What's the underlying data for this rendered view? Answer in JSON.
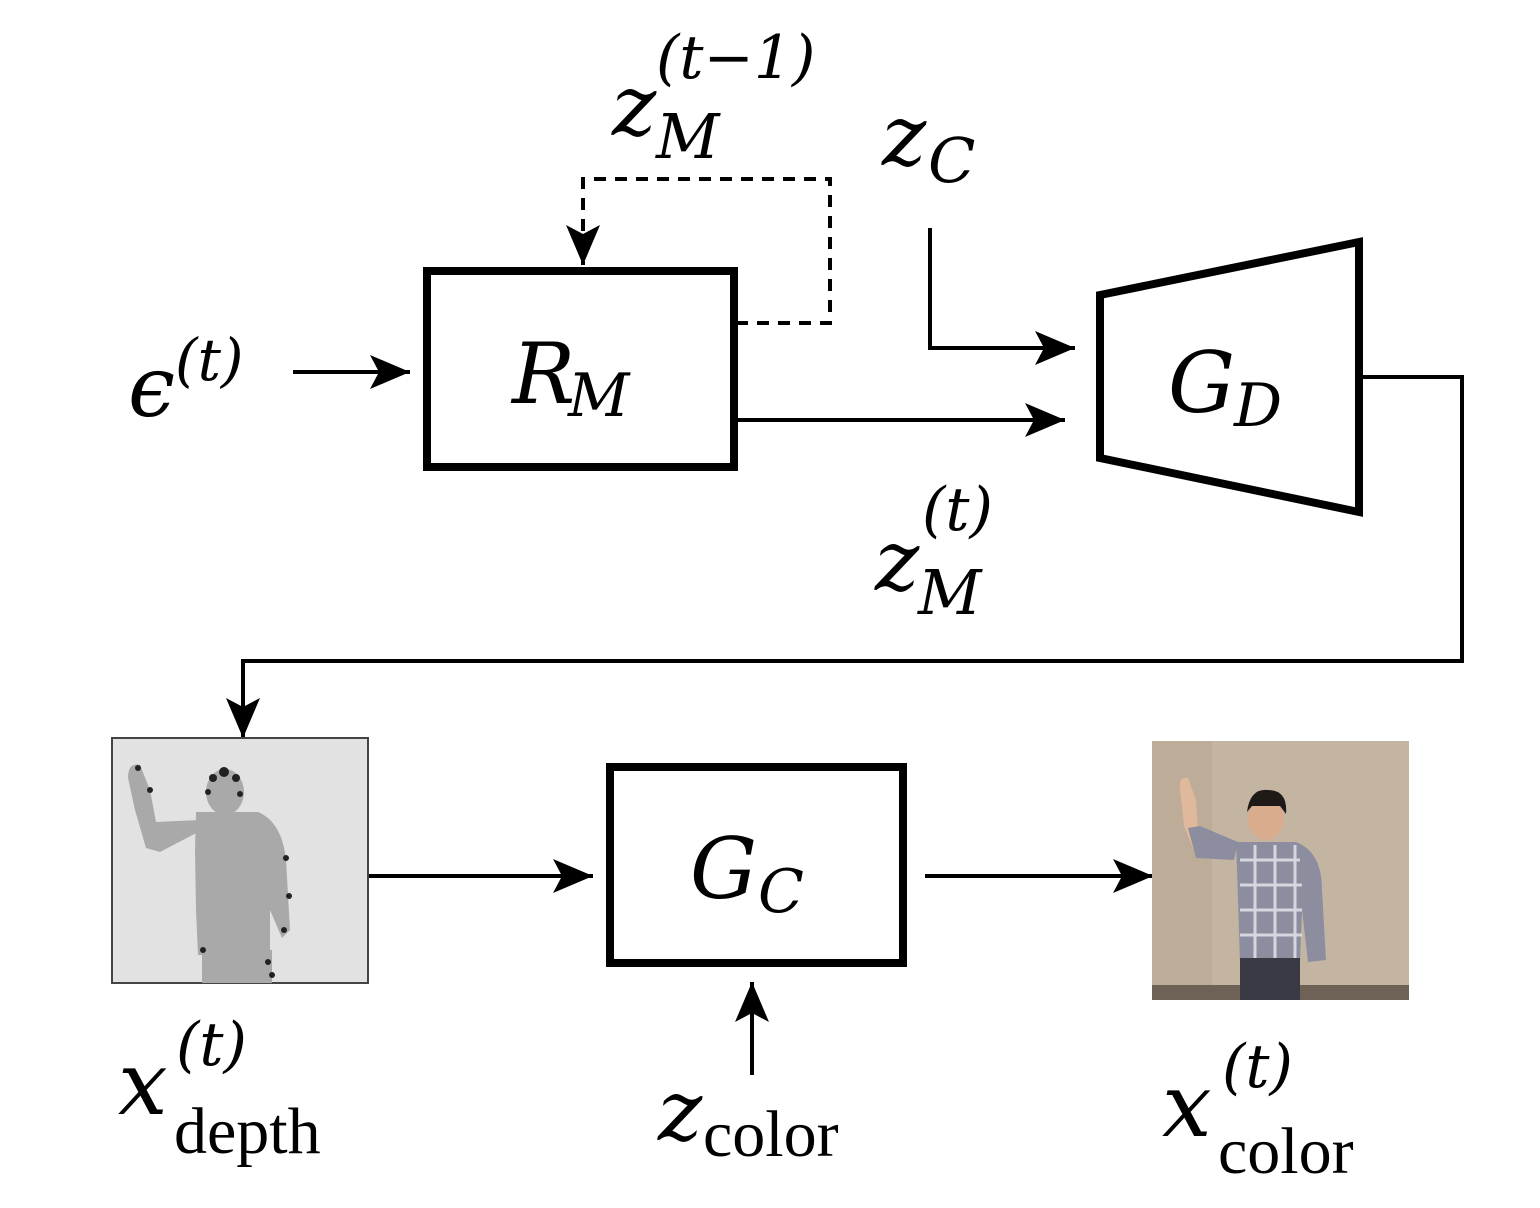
{
  "nodes": {
    "epsilon": {
      "base": "ϵ",
      "sup": "(t)"
    },
    "z_m_prev": {
      "base": "z",
      "sub": "M",
      "sup": "(t−1)"
    },
    "z_c": {
      "base": "z",
      "sub": "C"
    },
    "r_m": {
      "base": "R",
      "sub": "M"
    },
    "g_d": {
      "base": "G",
      "sub": "D"
    },
    "z_m_t": {
      "base": "z",
      "sub": "M",
      "sup": "(t)"
    },
    "g_c": {
      "base": "G",
      "sub": "C"
    },
    "z_color": {
      "base": "z",
      "sub": "color"
    },
    "x_depth": {
      "base": "x",
      "sub": "depth",
      "sup": "(t)"
    },
    "x_color": {
      "base": "x",
      "sub": "color",
      "sup": "(t)"
    }
  },
  "images": {
    "depth_frame": {
      "description_name": "depth-map-image",
      "bg": "#e2e2e2",
      "figure": "#a9a9a9"
    },
    "color_frame": {
      "description_name": "color-frame-image",
      "wall": "#c4b5a2",
      "shirt": "#8c8ea0",
      "pants": "#3a3a44"
    }
  }
}
